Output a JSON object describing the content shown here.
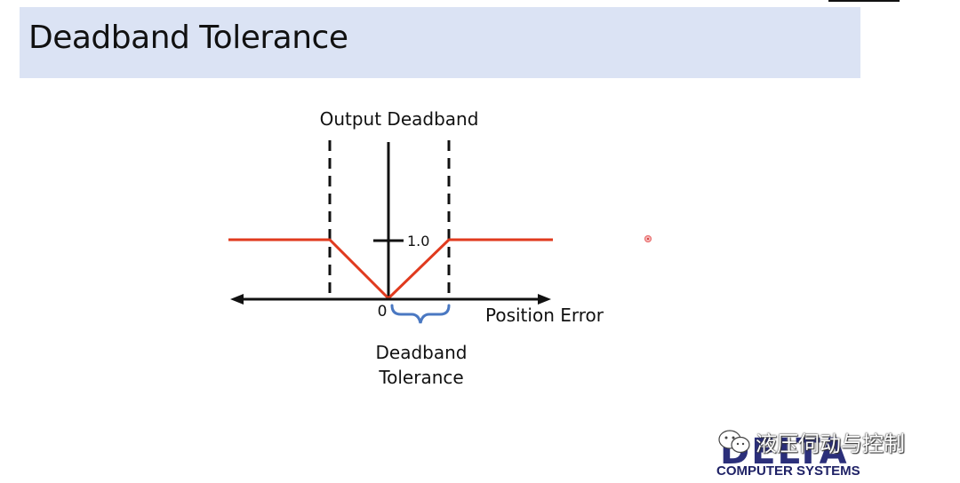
{
  "slide": {
    "title": "Deadband Tolerance"
  },
  "diagram": {
    "top_label": "Output Deadband",
    "y_tick_label": "1.0",
    "origin_label": "0",
    "x_axis_label": "Position Error",
    "brace_label_line1": "Deadband",
    "brace_label_line2": "Tolerance",
    "output_line_color": "#e03a1e",
    "brace_color": "#4a78c2",
    "axis_color": "#111111"
  },
  "watermark": {
    "text": "液压伺动与控制",
    "icon": "wechat-icon"
  },
  "logo": {
    "word": "DELTA",
    "subtitle": "COMPUTER SYSTEMS",
    "color": "#2b2f7a"
  }
}
